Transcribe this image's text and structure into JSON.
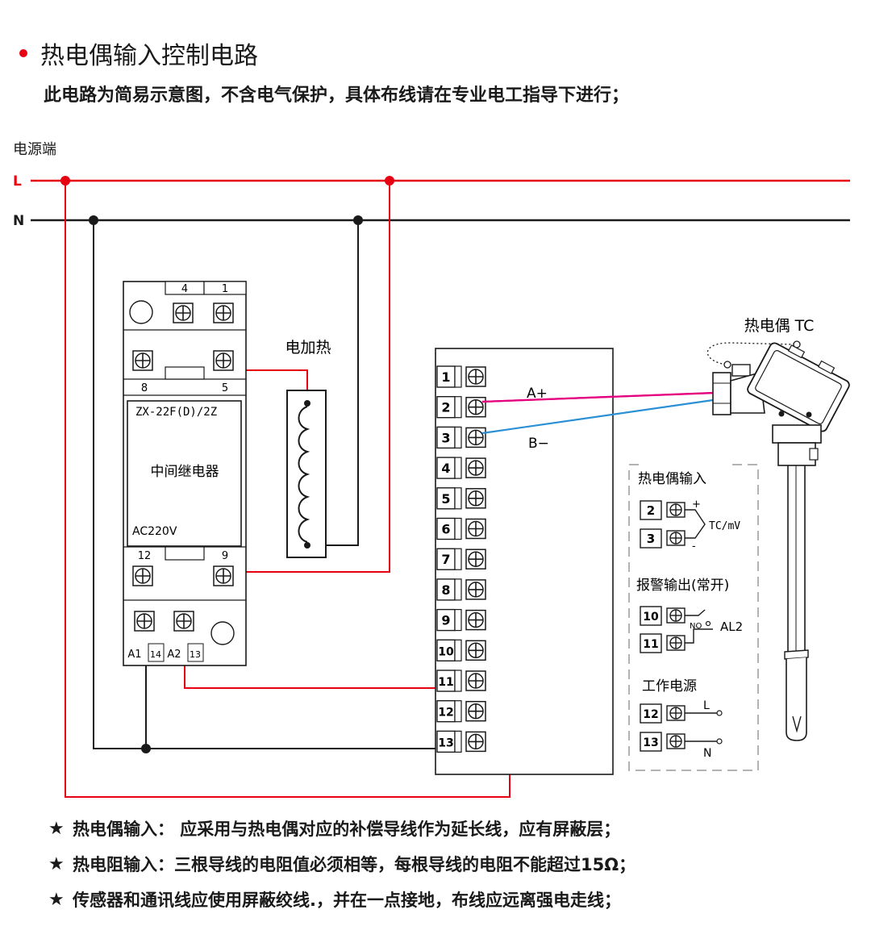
{
  "colors": {
    "live": "#e60012",
    "neutral": "#1a1a1a",
    "tc_pos": "#e4007f",
    "tc_neg": "#2a8fd4",
    "dash": "#9a9a9a"
  },
  "header": {
    "title": "热电偶输入控制电路",
    "subtitle": "此电路为简易示意图，不含电气保护，具体布线请在专业电工指导下进行；"
  },
  "power": {
    "label": "电源端",
    "live": "L",
    "neutral": "N"
  },
  "relay": {
    "model": "ZX-22F(D)/2Z",
    "name": "中间继电器",
    "voltage": "AC220V",
    "terminals": {
      "t4": "4",
      "t1": "1",
      "t8": "8",
      "t5": "5",
      "t12": "12",
      "t9": "9",
      "a1": "A1",
      "t14": "14",
      "a2": "A2",
      "t13": "13"
    }
  },
  "heater": {
    "label": "电加热"
  },
  "controller": {
    "terminals": [
      "1",
      "2",
      "3",
      "4",
      "5",
      "6",
      "7",
      "8",
      "9",
      "10",
      "11",
      "12",
      "13"
    ],
    "a_plus": "A+",
    "b_minus": "B−"
  },
  "thermocouple": {
    "label": "热电偶 TC"
  },
  "legend": {
    "tc_input": {
      "title": "热电偶输入",
      "t2": "2",
      "t3": "3",
      "plus": "+",
      "minus": "-",
      "signal": "TC/mV"
    },
    "alarm": {
      "title": "报警输出(常开)",
      "t10": "10",
      "t11": "11",
      "no": "NO",
      "signal": "AL2"
    },
    "power": {
      "title": "工作电源",
      "t12": "12",
      "t13": "13",
      "l": "L",
      "n": "N"
    }
  },
  "notes": [
    {
      "icon": "star-icon",
      "text": "热电偶输入：  应采用与热电偶对应的补偿导线作为延长线，应有屏蔽层；"
    },
    {
      "icon": "star-icon",
      "text": "热电阻输入：三根导线的电阻值必须相等，每根导线的电阻不能超过15Ω；"
    },
    {
      "icon": "star-icon",
      "text": "传感器和通讯线应使用屏蔽绞线.，并在一点接地，布线应远离强电走线；"
    }
  ]
}
